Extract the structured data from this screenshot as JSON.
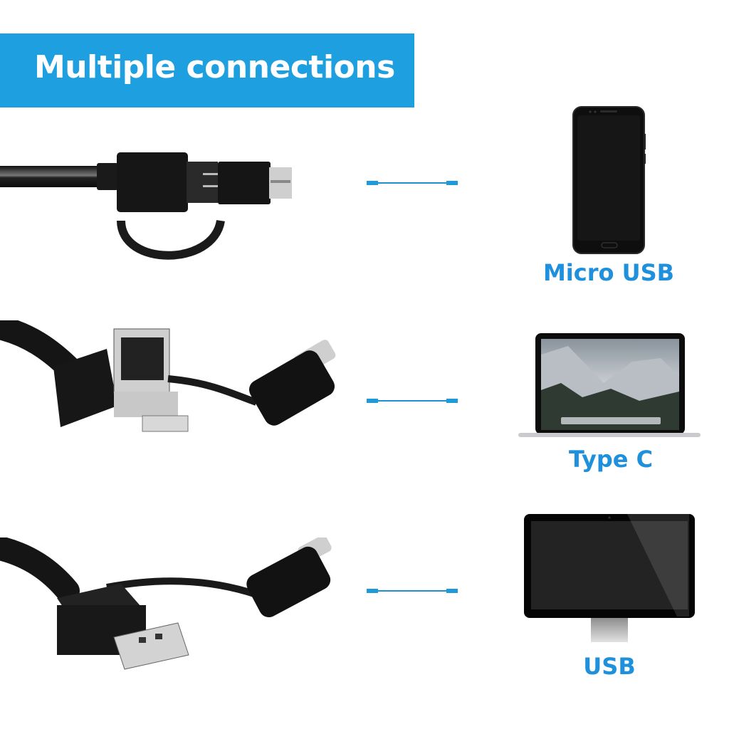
{
  "banner": {
    "title": "Multiple connections",
    "color": "#1ea0e0"
  },
  "rows": [
    {
      "cable": "otg-cable-micro-usb-with-type-c-adapter",
      "device": "smartphone",
      "label": "Micro USB"
    },
    {
      "cable": "otg-cable-micro-usb-and-usb-with-type-c-adapter",
      "device": "laptop",
      "label": "Type C"
    },
    {
      "cable": "usb-cable-with-type-c-adapter",
      "device": "desktop-monitor",
      "label": "USB"
    }
  ],
  "colors": {
    "accent": "#1ea0e0",
    "label": "#1e90dc",
    "connector": "#1e8fd0"
  }
}
